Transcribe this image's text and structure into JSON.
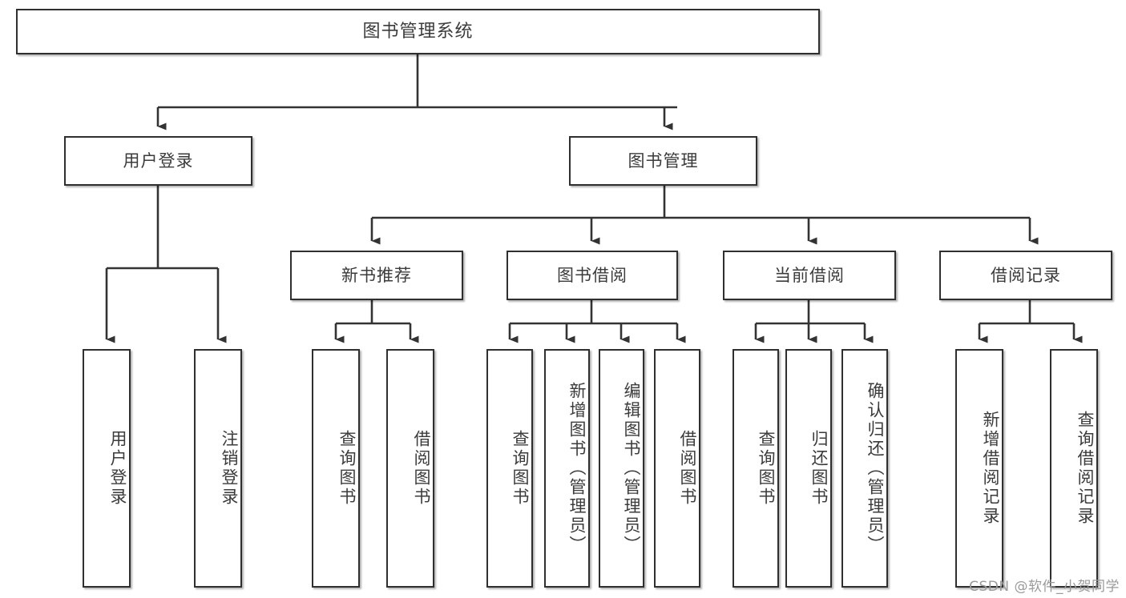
{
  "diagram": {
    "type": "tree-hierarchy",
    "title": "图书管理系统",
    "root": {
      "label": "图书管理系统"
    },
    "level2": [
      {
        "label": "用户登录"
      },
      {
        "label": "图书管理"
      }
    ],
    "level3": [
      {
        "label": "新书推荐"
      },
      {
        "label": "图书借阅"
      },
      {
        "label": "当前借阅"
      },
      {
        "label": "借阅记录"
      }
    ],
    "leaves_user_login": [
      {
        "label": "用户登录"
      },
      {
        "label": "注销登录"
      }
    ],
    "leaves_new_book": [
      {
        "label": "查询图书"
      },
      {
        "label": "借阅图书"
      }
    ],
    "leaves_borrow": [
      {
        "label": "查询图书"
      },
      {
        "label": "新增图书（管理员）"
      },
      {
        "label": "编辑图书（管理员）"
      },
      {
        "label": "借阅图书"
      }
    ],
    "leaves_current": [
      {
        "label": "查询图书"
      },
      {
        "label": "归还图书"
      },
      {
        "label": "确认归还（管理员）"
      }
    ],
    "leaves_records": [
      {
        "label": "新增借阅记录"
      },
      {
        "label": "查询借阅记录"
      }
    ]
  },
  "style": {
    "box_border_color": "#2f2f2f",
    "box_fill": "#ffffff",
    "text_color": "#3b3b3b",
    "edge_color": "#333333",
    "watermark_color": "#9a9a9a"
  },
  "watermark": {
    "text": "CSDN @软件_小贺同学"
  }
}
